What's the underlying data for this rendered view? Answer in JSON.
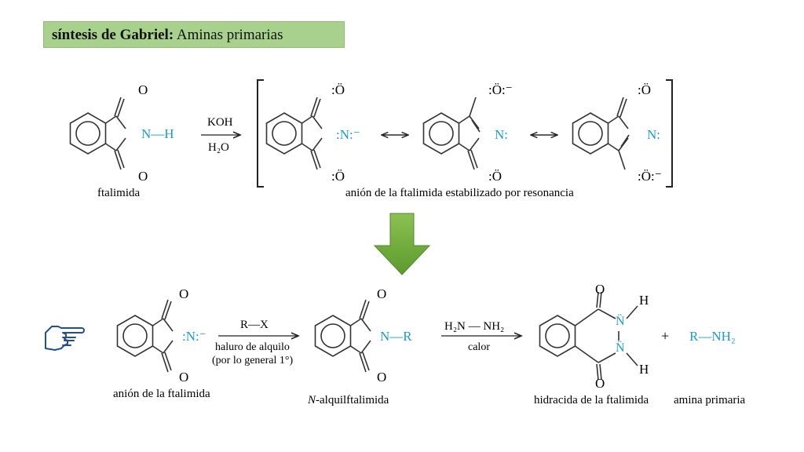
{
  "title": {
    "bold": "síntesis de Gabriel:",
    "rest": " Aminas primarias"
  },
  "colors": {
    "blue": "#1a9ad6",
    "title_bg": "#a9d18e",
    "arrow_green": "#6aa83a"
  },
  "step1": {
    "reagent_top": "KOH",
    "reagent_bottom": "H₂O",
    "label_reactant": "ftalimida",
    "label_anion": "anión de la ftalimida estabilizado por resonancia",
    "nh": "N—H",
    "anion_n": ":N:⁻",
    "n_neutral": "N:"
  },
  "step2": {
    "reagent1_top": "R—X",
    "reagent1_bottom_1": "haluro de alquilo",
    "reagent1_bottom_2": "(por lo general 1°)",
    "reagent2_top": "H₂N — NH₂",
    "reagent2_bottom": "calor",
    "plus": "+",
    "label_anion": "anión de la ftalimida",
    "label_alkyl_n": "N",
    "label_alkyl_rest": "-alquilftalimida",
    "label_hydrazide": "hidracida de la ftalimida",
    "label_amine": "amina primaria",
    "amine_formula": "R—NH₂",
    "nr": "N—R"
  },
  "icons": {
    "pointer": "pointing-hand-icon",
    "down_arrow": "green-down-arrow-icon"
  }
}
